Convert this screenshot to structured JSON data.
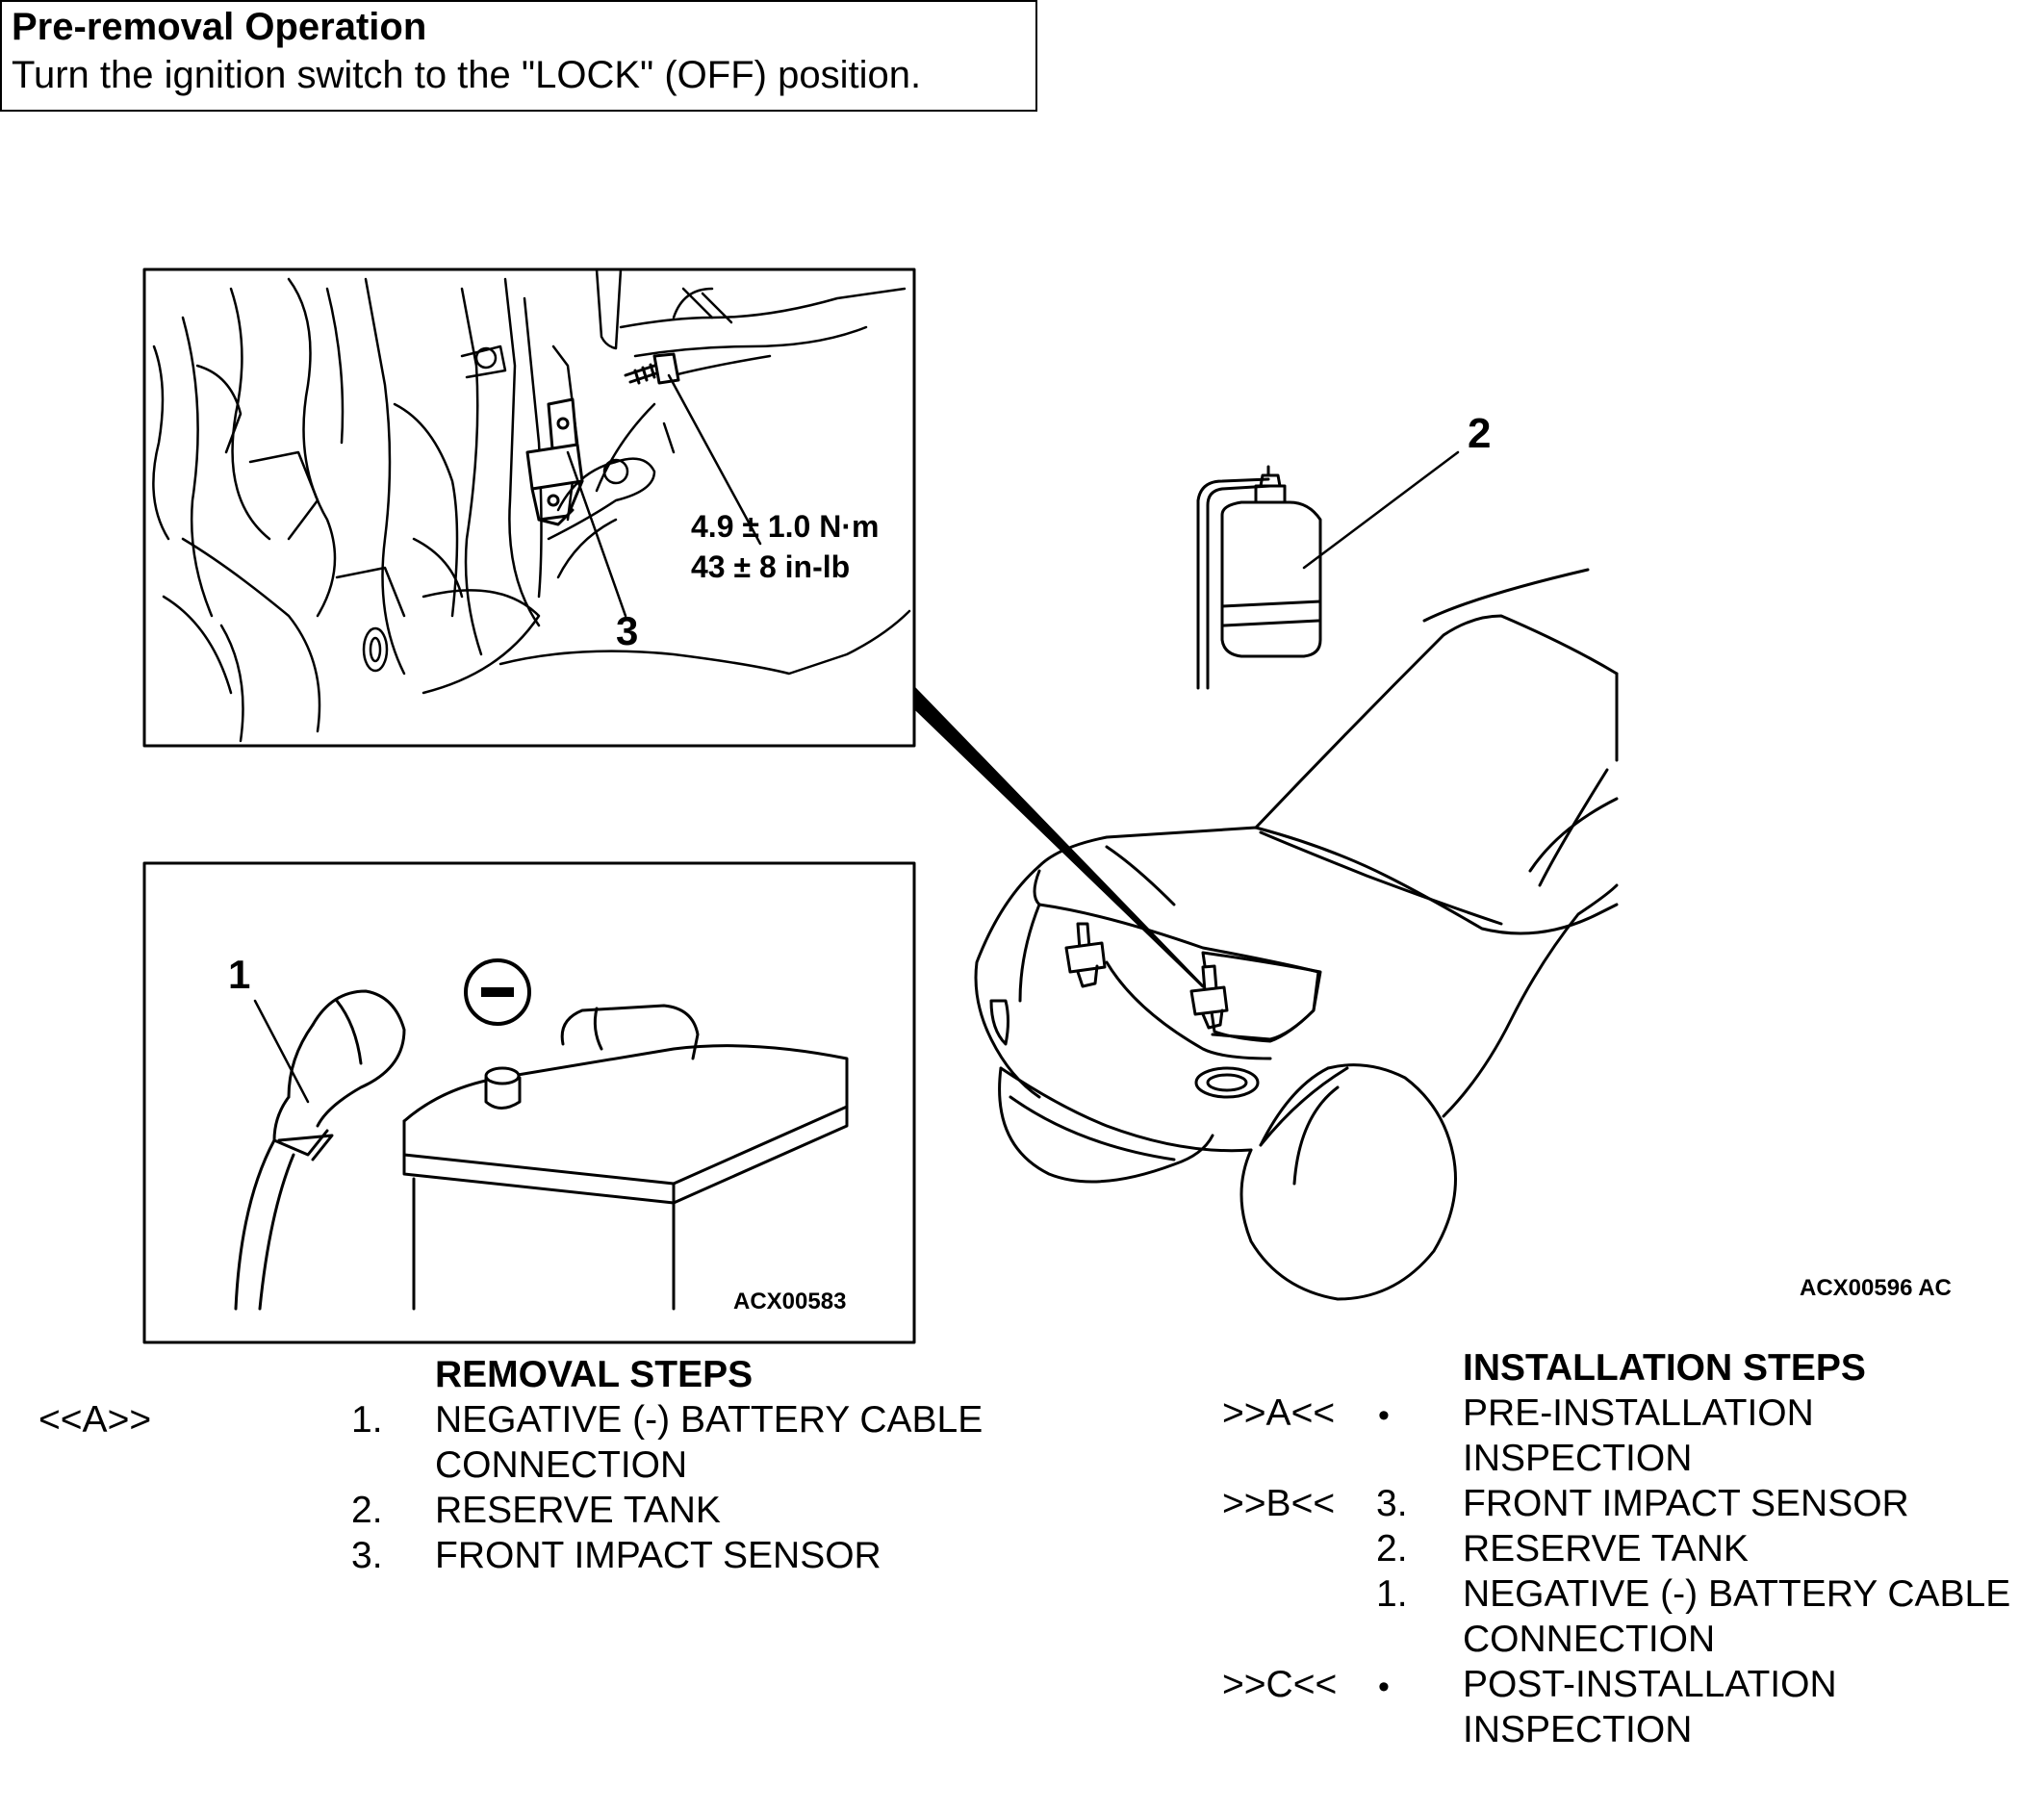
{
  "pre_removal": {
    "title": "Pre-removal Operation",
    "text": "Turn the ignition switch to the \"LOCK\" (OFF) position."
  },
  "figure": {
    "callout_1": "1",
    "callout_2": "2",
    "callout_3": "3",
    "torque_nm": "4.9 ± 1.0 N·m",
    "torque_inlb": "43 ± 8 in-lb",
    "battery_terminal_symbol": "minus-sign",
    "code_left": "ACX00583",
    "code_right": "ACX00596 AC"
  },
  "removal": {
    "heading": "REMOVAL STEPS",
    "ref": "<<A>>",
    "steps": [
      {
        "num": "1.",
        "line1": "NEGATIVE (-) BATTERY CABLE",
        "line2": "CONNECTION"
      },
      {
        "num": "2.",
        "line1": "RESERVE TANK"
      },
      {
        "num": "3.",
        "line1": "FRONT IMPACT SENSOR"
      }
    ]
  },
  "installation": {
    "heading": "INSTALLATION STEPS",
    "steps": [
      {
        "ref": ">>A<<",
        "num": "•",
        "line1": "PRE-INSTALLATION",
        "line2": "INSPECTION"
      },
      {
        "ref": ">>B<<",
        "num": "3.",
        "line1": "FRONT IMPACT SENSOR"
      },
      {
        "ref": "",
        "num": "2.",
        "line1": "RESERVE TANK"
      },
      {
        "ref": "",
        "num": "1.",
        "line1": "NEGATIVE (-) BATTERY CABLE",
        "line2": "CONNECTION"
      },
      {
        "ref": ">>C<<",
        "num": "•",
        "line1": "POST-INSTALLATION",
        "line2": "INSPECTION"
      }
    ]
  }
}
